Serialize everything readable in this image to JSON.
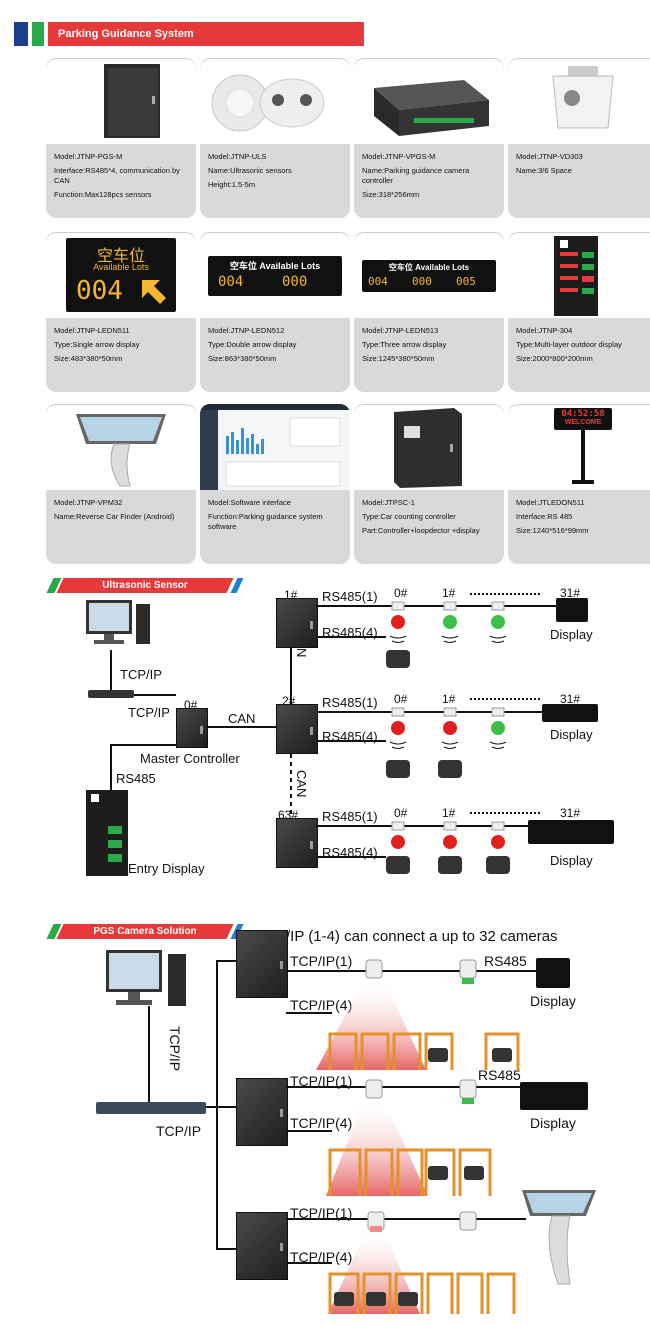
{
  "header": {
    "title": "Parking Guidance System"
  },
  "products": [
    {
      "lines": [
        "Model:JTNP-PGS-M",
        "Interface:RS485*4, communication by CAN",
        "Function:Max128pcs sensors"
      ]
    },
    {
      "lines": [
        "Model:JTNP-ULS",
        "Name:Ultrasonic sensors",
        "Height:1.5-5m"
      ]
    },
    {
      "lines": [
        "Model:JTNP-VPGS-M",
        "Name:Parking guidance camera controller",
        "Size:318*256mm"
      ]
    },
    {
      "lines": [
        "Model:JTNP-VD303",
        "Name:3/6 Space"
      ]
    },
    {
      "lines": [
        "Model:JTNP-LEDN511",
        "Type:Single arrow display",
        "Size:483*380*50mm"
      ]
    },
    {
      "lines": [
        "Model:JTNP-LEDN512",
        "Type:Double arrow display",
        "Size:863*380*50mm"
      ]
    },
    {
      "lines": [
        "Model:JTNP-LEDN513",
        "Type:Three arrow display",
        "Size:1245*380*50mm"
      ]
    },
    {
      "lines": [
        "Model:JTNP-304",
        "Type:Multi-layer outdoor display",
        "Size:2000*800*200mm"
      ]
    },
    {
      "lines": [
        "Model:JTNP-VPM32",
        "Name:Reverse Car Finder (Android)"
      ]
    },
    {
      "lines": [
        "Model:Software interface",
        "Function:Parking guidance system software"
      ]
    },
    {
      "lines": [
        "Model:JTPSC-1",
        "Type:Car counting controller",
        "Part:Controller+loopdector +display"
      ]
    },
    {
      "lines": [
        "Model:JTLEDON511",
        "Interface:RS 485",
        "Size:1240*516*99mm"
      ]
    }
  ],
  "image_text": {
    "led_cn": "空车位",
    "led_en": "Available Lots",
    "led_num": "004",
    "led_num2": "000",
    "led_num3": "005",
    "led_cn_en": "空车位 Available Lots",
    "time": "04:52:58",
    "welcome": "WELCOME"
  },
  "ultrasonic": {
    "title": "Ultrasonic Sensor",
    "tcpip_pc": "TCP/IP",
    "tcpip_switch": "TCP/IP",
    "master_id": "0#",
    "can_main": "CAN",
    "master": "Master Controller",
    "rs485": "RS485",
    "entry_display": "Entry Display",
    "can_v1": "CAN",
    "can_v2": "CAN",
    "rows": [
      {
        "cid": "1#",
        "rs1": "RS485(1)",
        "rs4": "RS485(4)",
        "s0": "0#",
        "s1": "1#",
        "s31": "31#",
        "disp": "Display"
      },
      {
        "cid": "2#",
        "rs1": "RS485(1)",
        "rs4": "RS485(4)",
        "s0": "0#",
        "s1": "1#",
        "s31": "31#",
        "disp": "Display"
      },
      {
        "cid": "63#",
        "rs1": "RS485(1)",
        "rs4": "RS485(4)",
        "s0": "0#",
        "s1": "1#",
        "s31": "31#",
        "disp": "Display"
      }
    ]
  },
  "camera": {
    "title": "PGS Camera Solution",
    "note": "TCP/IP (1-4) can connect a up to 32 cameras",
    "tcpip_v": "TCP/IP",
    "tcpip_h": "TCP/IP",
    "rows": [
      {
        "a": "TCP/IP(1)",
        "b": "TCP/IP(4)",
        "rs": "RS485",
        "disp": "Display"
      },
      {
        "a": "TCP/IP(1)",
        "b": "TCP/IP(4)",
        "rs": "RS485",
        "disp": "Display"
      },
      {
        "a": "TCP/IP(1)",
        "b": "TCP/IP(4)"
      }
    ]
  },
  "colors": {
    "red": "#e63a3a",
    "green": "#2aa94a",
    "blue": "#1b3f8f",
    "orange": "#e5912a",
    "led": "#f2b632"
  }
}
